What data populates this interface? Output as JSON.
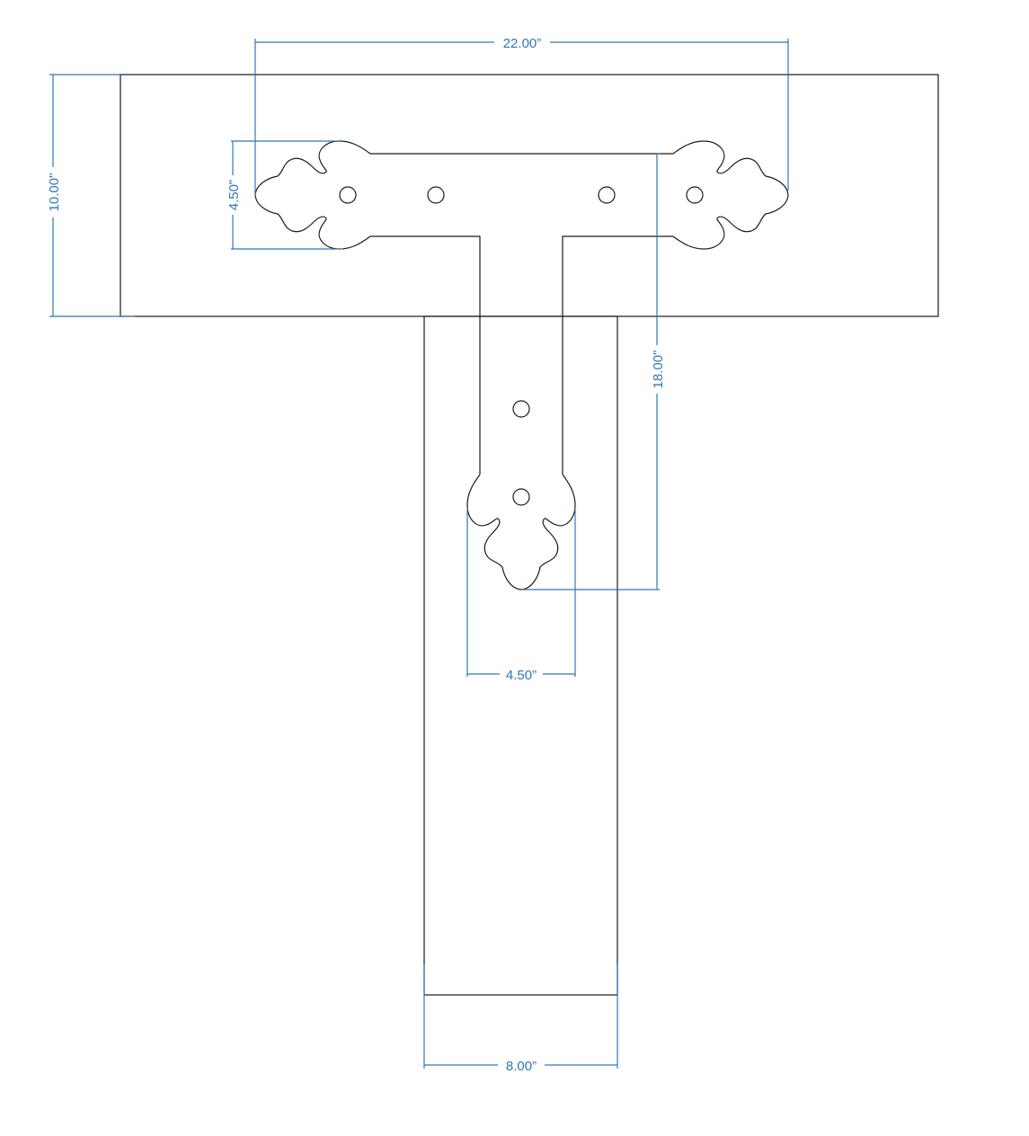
{
  "colors": {
    "outline": "#1a1a1a",
    "dimension": "#2f78b7"
  },
  "dimensions": {
    "strap_width": "22.00”",
    "board_height": "10.00\"",
    "arm_ornament_height": "4.50\"",
    "strap_length": "18.00\"",
    "leg_ornament_width": "4.50”",
    "post_width": "8.00”"
  }
}
